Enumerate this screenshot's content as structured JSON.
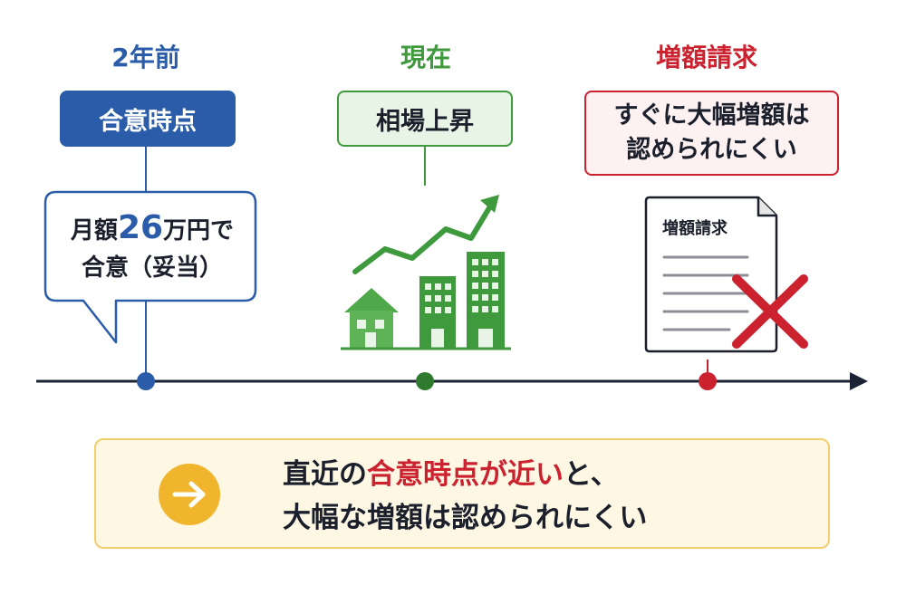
{
  "timeline": {
    "past": {
      "title": "2年前",
      "label": "合意時点",
      "bubble_prefix": "月額",
      "bubble_amount": "26",
      "bubble_suffix": "万円で",
      "bubble_line2": "合意（妥当）",
      "color": "#2a5caa"
    },
    "now": {
      "title": "現在",
      "label": "相場上昇",
      "color": "#3e9a3c"
    },
    "request": {
      "title": "増額請求",
      "label_line1": "すぐに大幅増額は",
      "label_line2": "認められにくい",
      "doc_title": "増額請求",
      "color": "#cc2230"
    }
  },
  "summary": {
    "line1_a": "直近の",
    "line1_hl": "合意時点が近い",
    "line1_b": "と、",
    "line2": "大幅な増額は認められにくい",
    "arrow_color": "#f0b52c",
    "highlight_color": "#cc2230"
  },
  "icons": {
    "chart": "trend-up-arrow-icon",
    "buildings": "house-and-buildings-icon",
    "document": "document-icon",
    "reject": "red-x-icon",
    "summary_arrow": "arrow-right-circle-icon"
  }
}
